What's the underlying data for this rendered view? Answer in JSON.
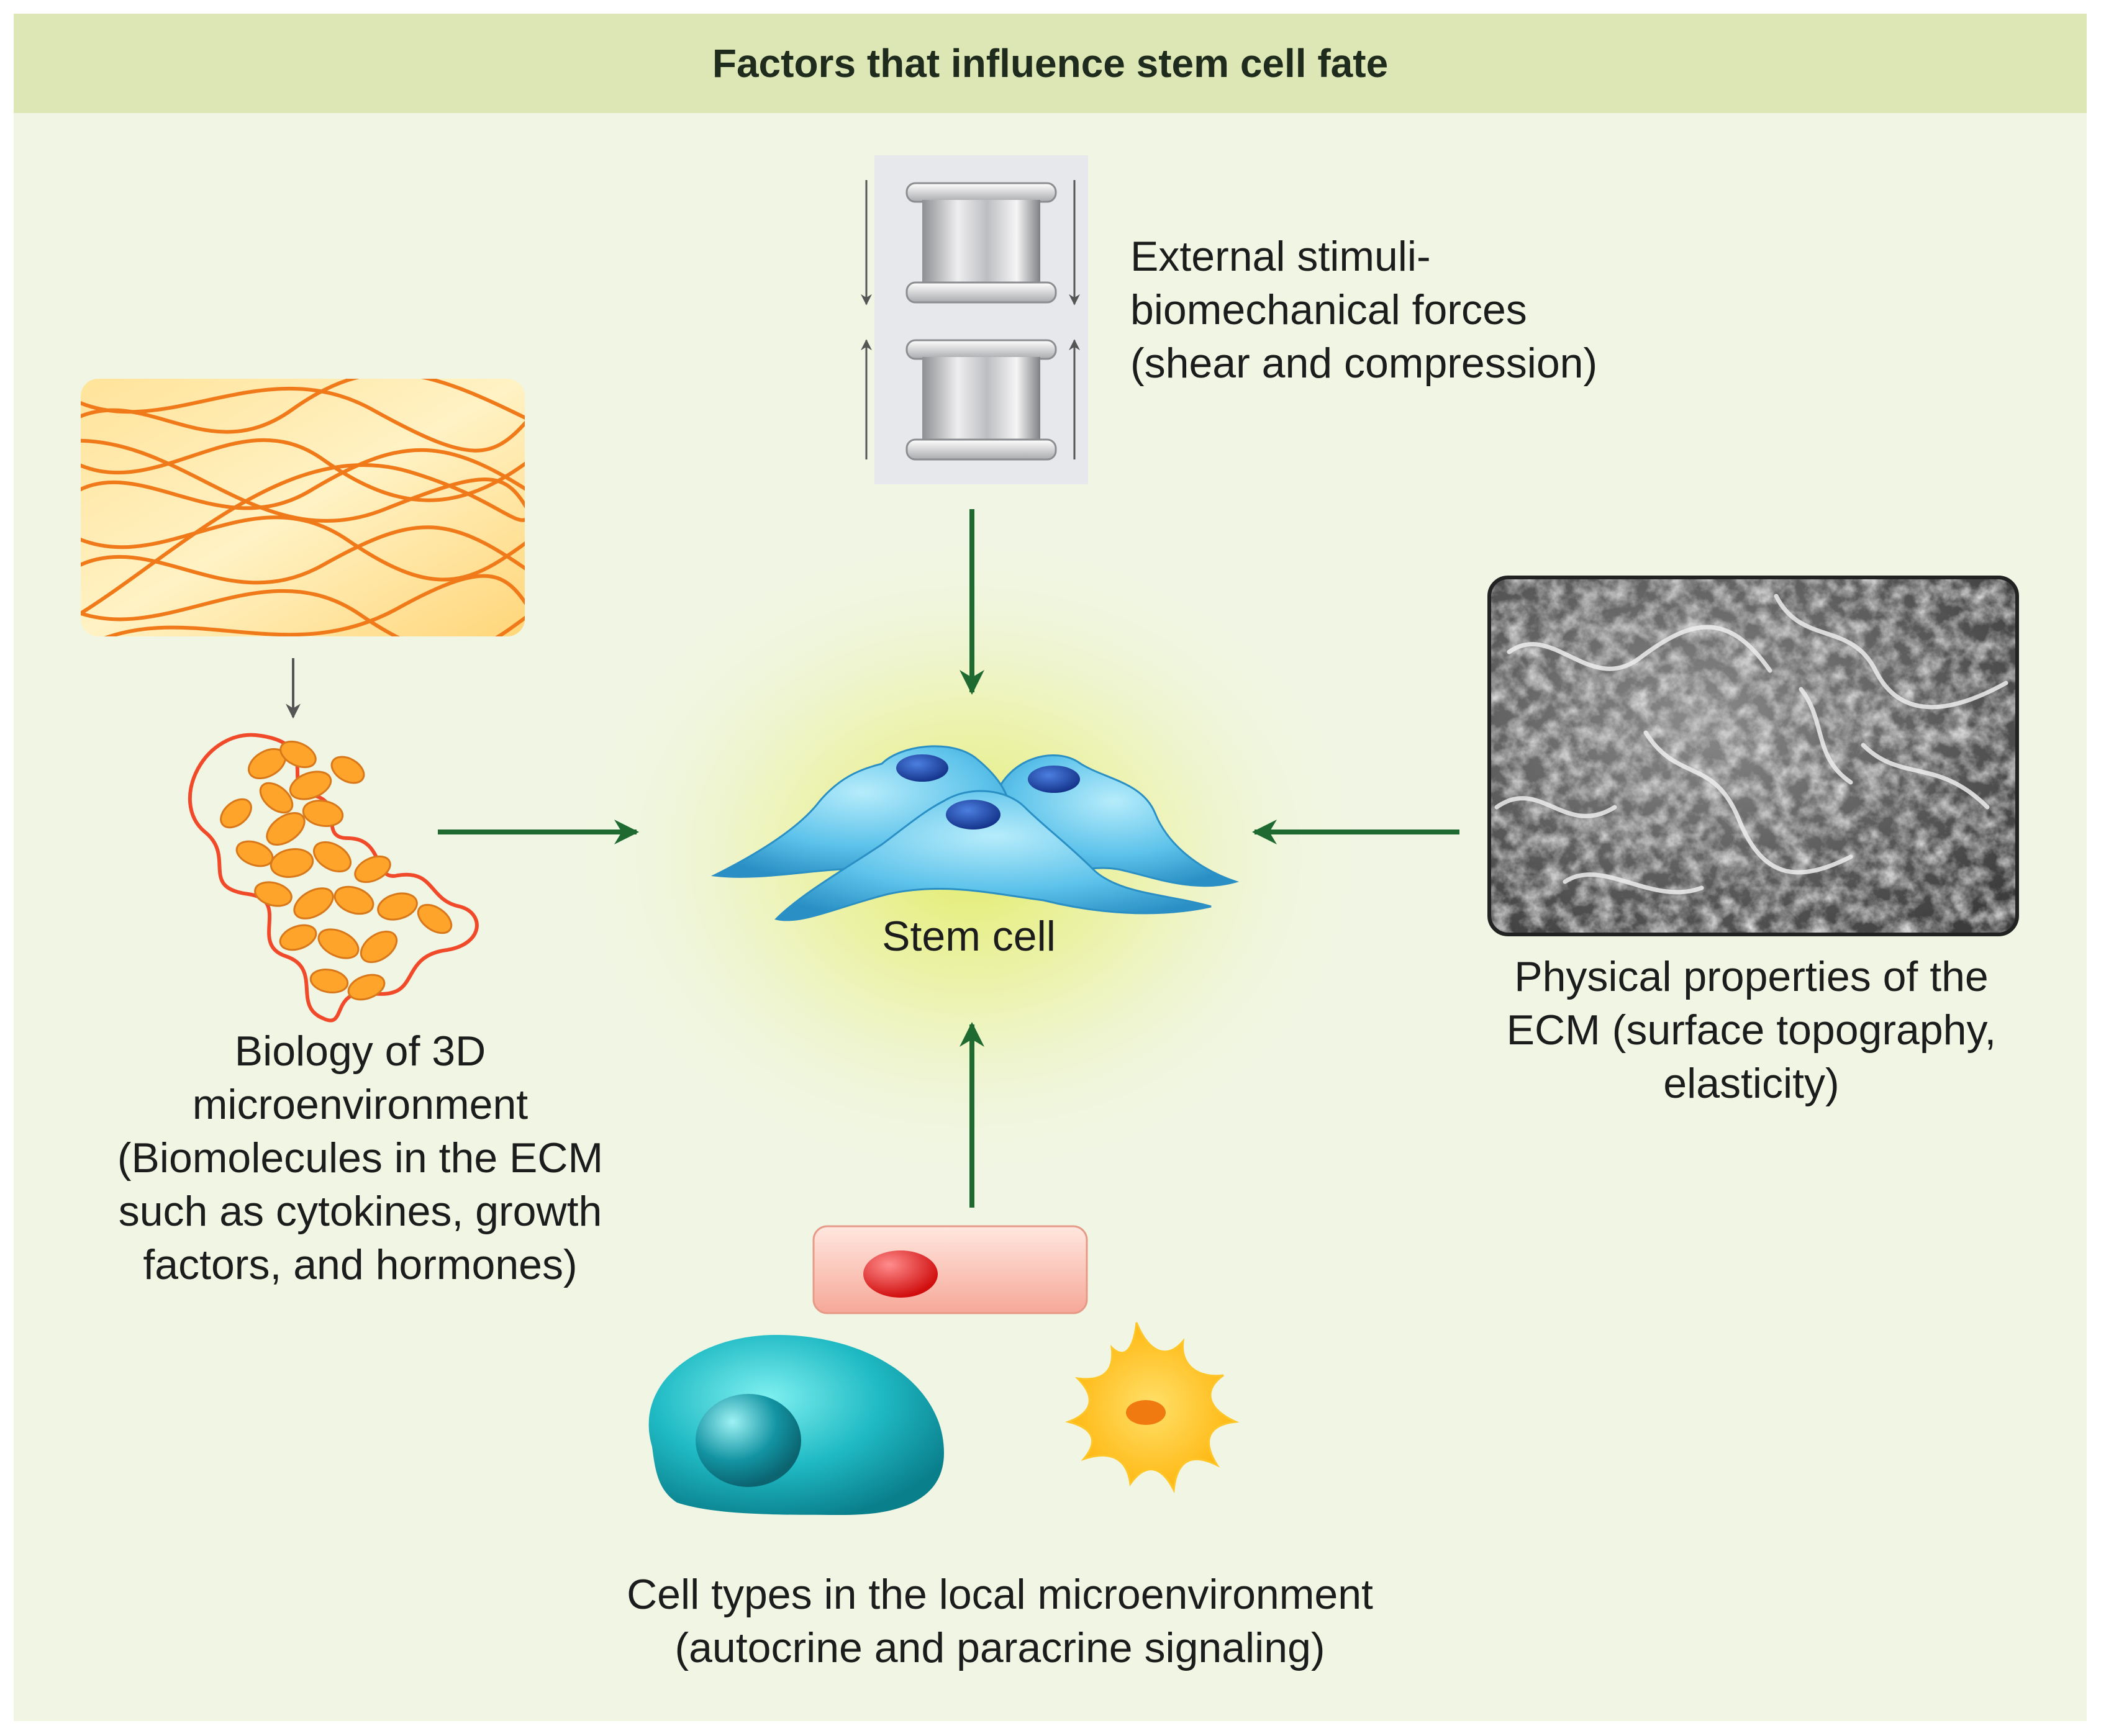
{
  "title": "Factors that influence stem cell fate",
  "center": {
    "label": "Stem cell"
  },
  "factors": {
    "external_stimuli": {
      "lines": [
        "External stimuli-",
        "biomechanical forces",
        "(shear and compression)"
      ]
    },
    "biology": {
      "lines": [
        "Biology of 3D",
        "microenvironment",
        "(Biomolecules in the ECM",
        "such as cytokines, growth",
        "factors, and hormones)"
      ]
    },
    "physical": {
      "lines": [
        "Physical properties of the",
        "ECM (surface topography,",
        "elasticity)"
      ]
    },
    "cell_types": {
      "lines": [
        "Cell types in the local microenvironment",
        "(autocrine and paracrine signaling)"
      ]
    }
  },
  "colors": {
    "header_band": "#dde6b5",
    "panel_background": "#f0f6e3",
    "arrow_green": "#1e6a30",
    "stem_cell_blue": "#5cc2ea",
    "nucleus_blue": "#173f9e"
  }
}
